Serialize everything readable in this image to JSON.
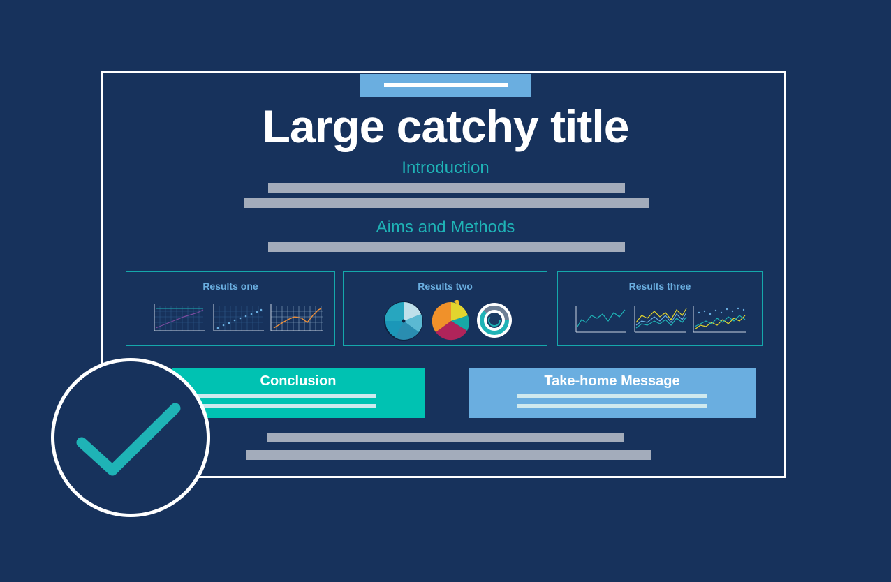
{
  "poster": {
    "title": "Large catchy title",
    "introduction": "Introduction",
    "aims_methods": "Aims and Methods",
    "results": [
      {
        "title": "Results one"
      },
      {
        "title": "Results two"
      },
      {
        "title": "Results three"
      }
    ],
    "conclusion": "Conclusion",
    "take_home": "Take-home Message"
  },
  "icons": [
    "checkmark-icon",
    "line-chart-icon",
    "scatter-chart-icon",
    "pie-chart-icon",
    "donut-chart-icon"
  ],
  "colors": {
    "background": "#17325c",
    "teal": "#1fb3b6",
    "light_blue": "#6aaee0",
    "conclusion_box": "#00c2b2",
    "takehome_box": "#6aaee0",
    "placeholder_line": "#a3acbb"
  }
}
